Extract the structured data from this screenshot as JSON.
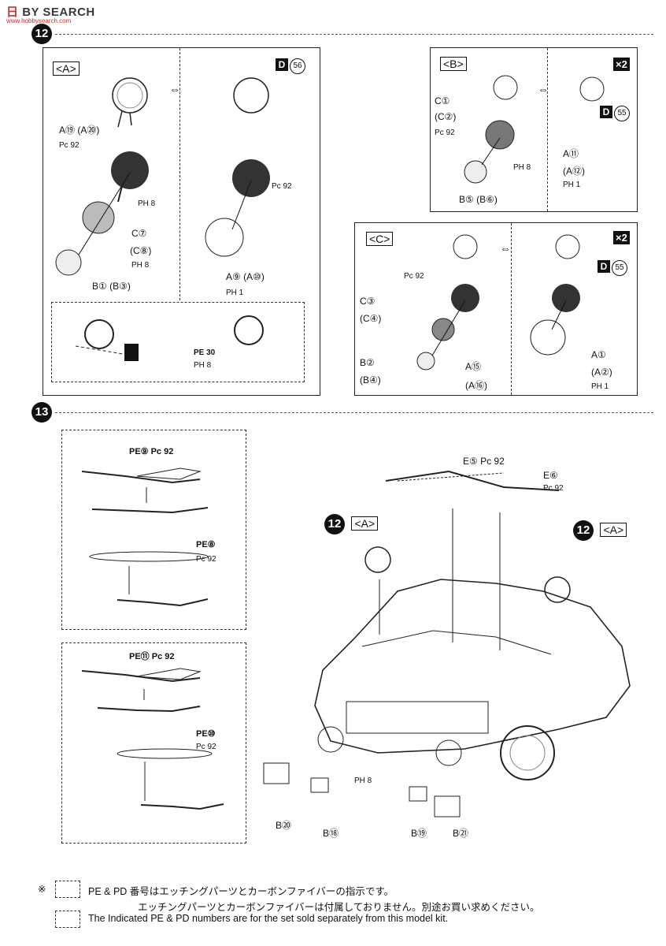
{
  "watermark": {
    "brand_a": "日",
    "brand_b": "BY SEARCH",
    "sub": "www.hobbysearch.com"
  },
  "step12": {
    "number": "12",
    "panelA": {
      "tag": "<A>",
      "sheet_tag": "D",
      "sheet_num": "56",
      "labels": [
        "A⑲ (A⑳)",
        "Pc 92",
        "PH 8",
        "C⑦",
        "(C⑧)",
        "PH 8",
        "B① (B③)",
        "Pc 92",
        "A⑨ (A⑩)",
        "PH 1",
        "PE 30",
        "PH 8"
      ]
    },
    "panelB": {
      "tag": "<B>",
      "x2": "×2",
      "sheet_tag": "D",
      "sheet_num": "55",
      "labels": [
        "C①",
        "(C②)",
        "Pc 92",
        "PH 8",
        "B⑤ (B⑥)",
        "A⑪",
        "(A⑫)",
        "PH 1"
      ]
    },
    "panelC": {
      "tag": "<C>",
      "x2": "×2",
      "sheet_tag": "D",
      "sheet_num": "55",
      "labels": [
        "Pc 92",
        "C③",
        "(C④)",
        "B②",
        "(B④)",
        "A⑮",
        "(A⑯)",
        "A①",
        "(A②)",
        "PH 1"
      ]
    }
  },
  "step13": {
    "number": "13",
    "box1": {
      "labels": [
        "PE⑨ Pc 92",
        "PE⑧",
        "Pc 92"
      ]
    },
    "box2": {
      "labels": [
        "PE⑪ Pc 92",
        "PE⑩",
        "Pc 92"
      ]
    },
    "car": {
      "ref_left": "12",
      "ref_left_tag": "<A>",
      "ref_right": "12",
      "ref_right_tag": "<A>",
      "labels": [
        "E⑤ Pc 92",
        "E⑥",
        "Pc 92",
        "PH 8",
        "B⑳",
        "B⑱",
        "B⑲",
        "B㉑"
      ]
    }
  },
  "notes": {
    "mark": "※",
    "line1": "PE & PD 番号はエッチングパーツとカーボンファイバーの指示です。",
    "line2": "エッチングパーツとカーボンファイバーは付属しておりません。別途お買い求めください。",
    "line3": "The Indicated PE & PD numbers are for the set sold separately from this model kit."
  }
}
